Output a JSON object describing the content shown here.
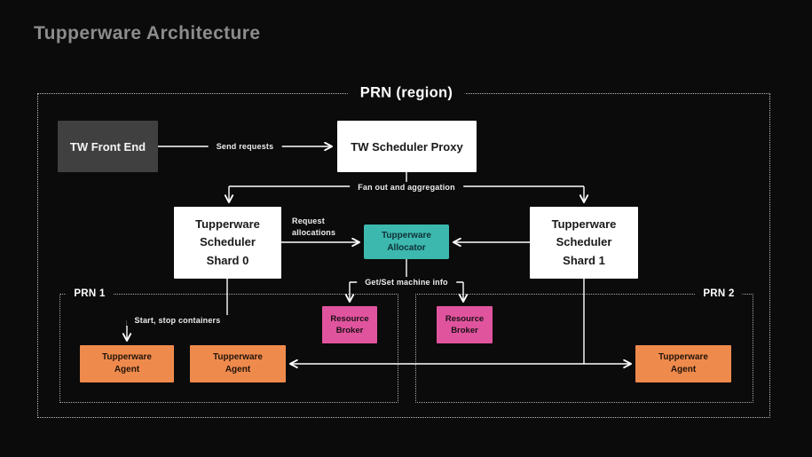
{
  "title": "Tupperware Architecture",
  "region": {
    "label": "PRN (region)"
  },
  "subregions": {
    "prn1": {
      "label": "PRN 1"
    },
    "prn2": {
      "label": "PRN 2"
    }
  },
  "nodes": {
    "front_end": {
      "label": "TW Front End"
    },
    "scheduler_proxy": {
      "label": "TW Scheduler Proxy"
    },
    "scheduler_shard_0": {
      "label": "Tupperware\nScheduler\nShard 0"
    },
    "scheduler_shard_1": {
      "label": "Tupperware\nScheduler\nShard 1"
    },
    "allocator": {
      "label": "Tupperware\nAllocator"
    },
    "resource_broker_1": {
      "label": "Resource\nBroker"
    },
    "resource_broker_2": {
      "label": "Resource\nBroker"
    },
    "agent_1": {
      "label": "Tupperware\nAgent"
    },
    "agent_2": {
      "label": "Tupperware\nAgent"
    },
    "agent_3": {
      "label": "Tupperware\nAgent"
    }
  },
  "edges": {
    "send_requests": {
      "label": "Send requests"
    },
    "fan_out": {
      "label": "Fan out and aggregation"
    },
    "request_allocations": {
      "label": "Request\nallocations"
    },
    "get_set_machine_info": {
      "label": "Get/Set machine info"
    },
    "start_stop_containers": {
      "label": "Start, stop containers"
    }
  },
  "palette": {
    "background": "#0b0b0b",
    "title_text": "#8c8c8c",
    "front_end_box": "#404040",
    "white_box": "#ffffff",
    "allocator_box": "#3cb8ae",
    "resource_broker_box": "#e0549e",
    "agent_box": "#ef8a4d",
    "connector_line": "#ffffff",
    "dashed_border": "#bdbdbd"
  }
}
